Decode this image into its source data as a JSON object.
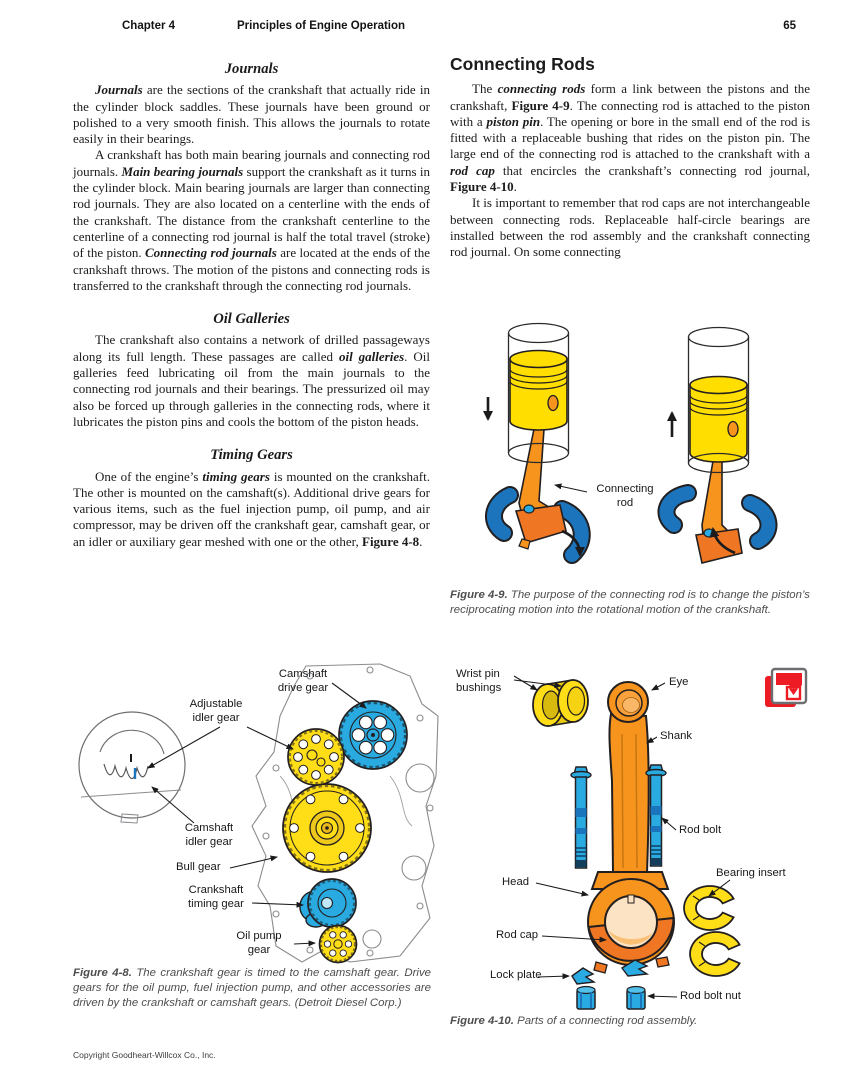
{
  "header": {
    "chapter": "Chapter 4",
    "title": "Principles of Engine Operation",
    "page_number": "65"
  },
  "left_column": {
    "journals": {
      "heading": "Journals",
      "p1": [
        {
          "t": "Journals",
          "b": true,
          "i": true
        },
        {
          "t": " are the sections of the crankshaft that actually ride in the cylinder block saddles. These journals have been ground or polished to a very smooth finish. This allows the journals to rotate easily in their bearings."
        }
      ],
      "p2": [
        {
          "t": "A crankshaft has both main bearing journals and connecting rod journals. "
        },
        {
          "t": "Main bearing journals",
          "b": true,
          "i": true
        },
        {
          "t": " support the crankshaft as it turns in the cylinder block. Main bearing journals are larger than connecting rod journals. They are also located on a centerline with the ends of the crankshaft. The distance from the crankshaft centerline to the centerline of a connecting rod journal is half the total travel (stroke) of the piston. "
        },
        {
          "t": "Connecting rod journals",
          "b": true,
          "i": true
        },
        {
          "t": " are located at the ends of the crankshaft throws. The motion of the pistons and connecting rods is transferred to the crankshaft through the connecting rod journals."
        }
      ]
    },
    "oil_galleries": {
      "heading": "Oil Galleries",
      "p1": [
        {
          "t": "The crankshaft also contains a network of drilled passageways along its full length. These passages are called "
        },
        {
          "t": "oil galleries",
          "b": true,
          "i": true
        },
        {
          "t": ". Oil galleries feed lubricating oil from the main journals to the connecting rod journals and their bearings. The pressurized oil may also be forced up through galleries in the connecting rods, where it lubricates the piston pins and cools the bottom of the piston heads."
        }
      ]
    },
    "timing_gears": {
      "heading": "Timing Gears",
      "p1": [
        {
          "t": "One of the engine’s "
        },
        {
          "t": "timing gears",
          "b": true,
          "i": true
        },
        {
          "t": " is mounted on the crankshaft. The other is mounted on the camshaft(s). Additional drive gears for various items, such as the fuel injection pump, oil pump, and air compressor, may be driven off the crankshaft gear, camshaft gear, or an idler or auxiliary gear meshed with one or the other, "
        },
        {
          "t": "Figure 4-8",
          "b": true
        },
        {
          "t": "."
        }
      ]
    }
  },
  "right_column": {
    "connecting_rods": {
      "heading": "Connecting Rods",
      "p1": [
        {
          "t": "The "
        },
        {
          "t": "connecting rods",
          "b": true,
          "i": true
        },
        {
          "t": " form a link between the pistons and the crankshaft, "
        },
        {
          "t": "Figure 4-9",
          "b": true
        },
        {
          "t": ". The connecting rod is attached to the piston with a "
        },
        {
          "t": "piston pin",
          "b": true,
          "i": true
        },
        {
          "t": ". The opening or bore in the small end of the rod is fitted with a replaceable bushing that rides on the piston pin. The large end of the connecting rod is attached to the crankshaft with a "
        },
        {
          "t": "rod cap",
          "b": true,
          "i": true
        },
        {
          "t": " that encircles the crankshaft’s connecting rod journal, "
        },
        {
          "t": "Figure 4-10",
          "b": true
        },
        {
          "t": "."
        }
      ],
      "p2": [
        {
          "t": "It is important to remember that rod caps are not interchangeable between connecting rods. Replaceable half-circle bearings are installed between the rod assembly and the crankshaft connecting rod journal. On some connecting"
        }
      ]
    }
  },
  "figure_4_8": {
    "labels": {
      "camshaft_drive_gear": "Camshaft drive gear",
      "adjustable_idler_gear": "Adjustable idler gear",
      "camshaft_idler_gear": "Camshaft idler gear",
      "bull_gear": "Bull gear",
      "crankshaft_timing_gear": "Crankshaft timing gear",
      "oil_pump_gear": "Oil pump gear"
    },
    "caption": [
      {
        "t": "Figure 4-8.",
        "b": true,
        "i": true
      },
      {
        "t": " The crankshaft gear is timed to the camshaft gear. Drive gears for the oil pump, fuel injection pump, and other accessories are driven by the crankshaft or camshaft gears. (Detroit Diesel Corp.)",
        "i": true
      }
    ]
  },
  "figure_4_9": {
    "labels": {
      "connecting_rod": "Connecting rod"
    },
    "caption": [
      {
        "t": "Figure 4-9.",
        "b": true,
        "i": true
      },
      {
        "t": " The purpose of the connecting rod is to change the piston’s reciprocating motion into the rotational motion of the crankshaft.",
        "i": true
      }
    ]
  },
  "figure_4_10": {
    "labels": {
      "wrist_pin_bushings": "Wrist pin bushings",
      "eye": "Eye",
      "shank": "Shank",
      "rod_bolt": "Rod bolt",
      "head": "Head",
      "bearing_insert": "Bearing insert",
      "rod_cap": "Rod cap",
      "lock_plate": "Lock plate",
      "rod_bolt_nut": "Rod bolt nut"
    },
    "caption": [
      {
        "t": "Figure 4-10.",
        "b": true,
        "i": true
      },
      {
        "t": " Parts of a connecting rod assembly.",
        "i": true
      }
    ],
    "activity_icon": "stacked-card-download-icon"
  },
  "footer": {
    "copyright": "Copyright Goodheart-Willcox Co., Inc."
  },
  "colors": {
    "piston_yellow": "#FFDE00",
    "gear_yellow": "#FFDE17",
    "rod_orange": "#F7941D",
    "rod_cap_orange": "#EF7622",
    "crank_blue": "#1C75BC",
    "gear_blue": "#29ABE2",
    "bolt_cyan": "#29ABE2",
    "icon_red": "#ED1C24"
  }
}
